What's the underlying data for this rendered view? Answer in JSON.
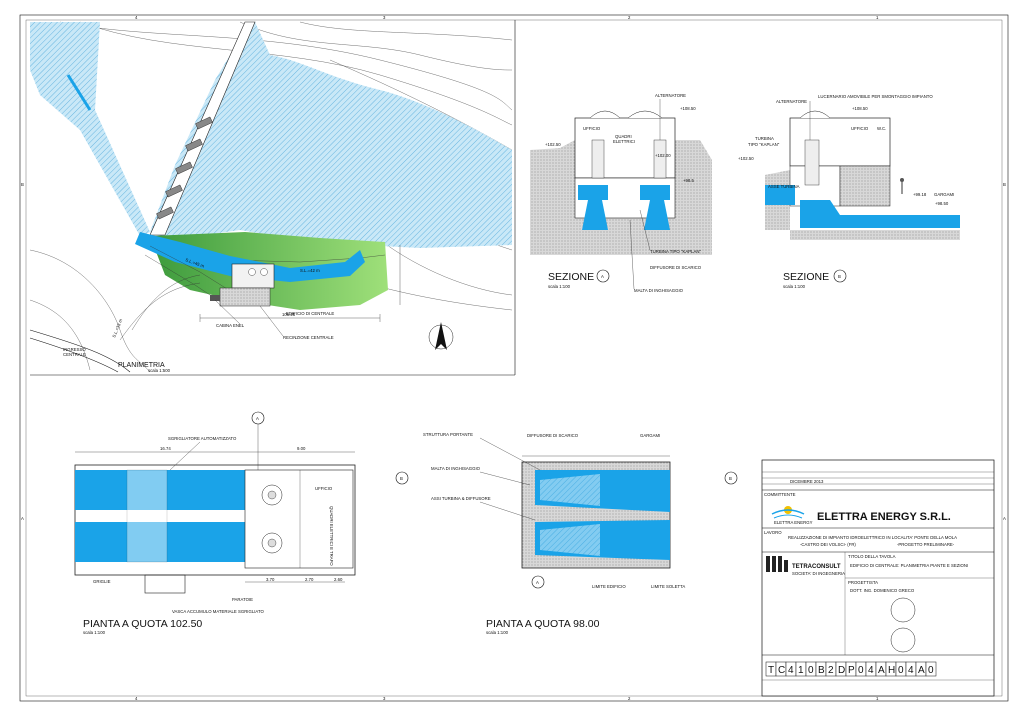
{
  "sheet": {
    "border_numbers_top": [
      "4",
      "3",
      "2",
      "1"
    ],
    "border_numbers_bottom": [
      "4",
      "3",
      "2",
      "1"
    ],
    "border_letters_left": [
      "B",
      "A"
    ],
    "border_letters_right": [
      "B",
      "A"
    ]
  },
  "plan": {
    "title": "PLANIMETRIA",
    "scale": "scala 1:500",
    "labels": {
      "ingresso": "INGRESSO",
      "centrale": "CENTRALE",
      "cabina": "CABINA ENEL",
      "edificio": "EDIFICIO DI CENTRALE",
      "recinzione": "RECINZIONE CENTRALE",
      "sl45": "S.L.=45 m",
      "sl42": "S.L.=42 m",
      "sl33": "S.L.=33 m",
      "dim": "105.25"
    }
  },
  "section_a": {
    "title": "SEZIONE",
    "marker": "A",
    "scale": "scala 1:100",
    "labels": {
      "alternatore": "ALTERNATORE",
      "ufficio": "UFFICIO",
      "quadri": "QUADRI",
      "elettrici": "ELETTRICI",
      "turbina": "TURBINA TIPO \"KAPLAN\"",
      "diffusore": "DIFFUSORE DI SCARICO",
      "malta": "MALTA DI INGHISAGGIO",
      "q1": "+108.50",
      "q2": "+102.50",
      "q3": "+102.00",
      "q4": "+98.5"
    }
  },
  "section_b": {
    "title": "SEZIONE",
    "marker": "B",
    "scale": "scala 1:100",
    "labels": {
      "alternatore": "ALTERNATORE",
      "lucernario": "LUCERNARIO AMOVIBILE PER SMONTAGGIO IMPIANTO",
      "ufficio": "UFFICIO",
      "wc": "W.C.",
      "turbina": "TURBINA",
      "kaplan": "TIPO \"KAPLAN\"",
      "asse": "ASSE TURBINA",
      "gargami": "GARGAMI",
      "q1": "+108.50",
      "q2": "+102.50",
      "q3": "+99.18",
      "q4": "+98.50"
    }
  },
  "plan_102": {
    "title": "PIANTA A QUOTA 102.50",
    "scale": "scala 1:100",
    "marker_a": "A",
    "marker_b": "B",
    "labels": {
      "sgrigliatore": "SGRIGLIATORE AUTOMATIZZATO",
      "griglie": "GRIGLIE",
      "paratoie": "PARATOIE",
      "vasca": "VASCA ACCUMULO MATERIALE SGRIGLIATO",
      "ufficio": "UFFICIO",
      "quadri": "QUADRI ELETTRICI E TRAFO",
      "d1": "16.74",
      "d2": "9.00",
      "d3": "3.70",
      "d4": "2.70",
      "d5": "2.60"
    }
  },
  "plan_98": {
    "title": "PIANTA A QUOTA 98.00",
    "scale": "scala 1:100",
    "marker_a": "A",
    "marker_b": "B",
    "labels": {
      "struttura": "STRUTTURA PORTANTE",
      "diffusore": "DIFFUSORE DI SCARICO",
      "gargami": "GARGAMI",
      "malta": "MALTA DI INGHISAGGIO",
      "assi": "ASSI TURBINA & DIFFUSORE",
      "limite_edificio": "LIMITE EDIFICIO",
      "limite_soletta": "LIMITE SOLETTA"
    }
  },
  "titleblock": {
    "committente": "COMMITTENTE",
    "company": "ELETTRA ENERGY S.R.L.",
    "company_small": "ELETTRA ENERGY",
    "lavoro_label": "LAVORO",
    "project_line1": "REALIZZAZIONE DI IMPIANTO IDROELETTRICO IN LOCALITA' PONTE DELLA MOLA",
    "project_line2": "-CASTRO DEI VOLSCI- (FR)",
    "project_line3": "-PROGETTO PRELIMINARE-",
    "titolo_label": "TITOLO DELLA TAVOLA",
    "sheet_title": "EDIFICIO DI CENTRALE: PLANIMETRIA PIANTE E SEZIONI",
    "studio": "TETRACONSULT",
    "studio_sub": "SOCIETA' DI INGEGNERIA",
    "progettista_label": "PROGETTISTA",
    "progettista": "DOTT. ING. DOMENICO GRECO",
    "rev_date": "DICEMBRE 2013",
    "code": [
      "T",
      "C",
      "4",
      "1",
      "0",
      "B",
      "2",
      "D",
      "P",
      "0",
      "4",
      "A",
      "H",
      "0",
      "4",
      "A",
      "0"
    ]
  }
}
